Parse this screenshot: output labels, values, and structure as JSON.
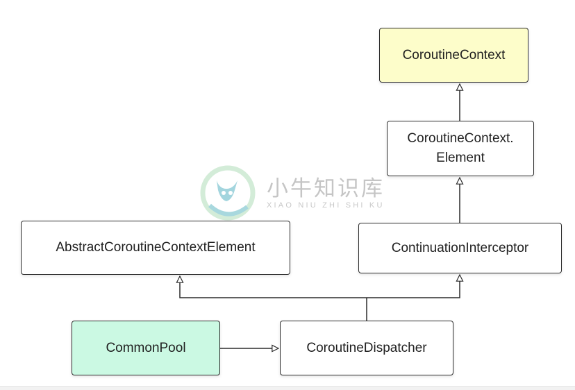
{
  "nodes": {
    "coroutine_context": "CoroutineContext",
    "coroutine_context_element": "CoroutineContext.\nElement",
    "abstract_element": "AbstractCoroutineContextElement",
    "continuation_interceptor": "ContinuationInterceptor",
    "common_pool": "CommonPool",
    "coroutine_dispatcher": "CoroutineDispatcher"
  },
  "watermark": {
    "title": "小牛知识库",
    "subtitle": "XIAO NIU ZHI SHI KU"
  },
  "colors": {
    "root_fill": "#fdfdca",
    "highlight_fill": "#cbf9e3",
    "node_fill": "#ffffff",
    "edge": "#2b2b2b"
  },
  "edges": [
    {
      "from": "coroutine_context_element",
      "to": "coroutine_context"
    },
    {
      "from": "continuation_interceptor",
      "to": "coroutine_context_element"
    },
    {
      "from": "coroutine_dispatcher",
      "to": "abstract_element"
    },
    {
      "from": "coroutine_dispatcher",
      "to": "continuation_interceptor"
    },
    {
      "from": "common_pool",
      "to": "coroutine_dispatcher"
    }
  ]
}
